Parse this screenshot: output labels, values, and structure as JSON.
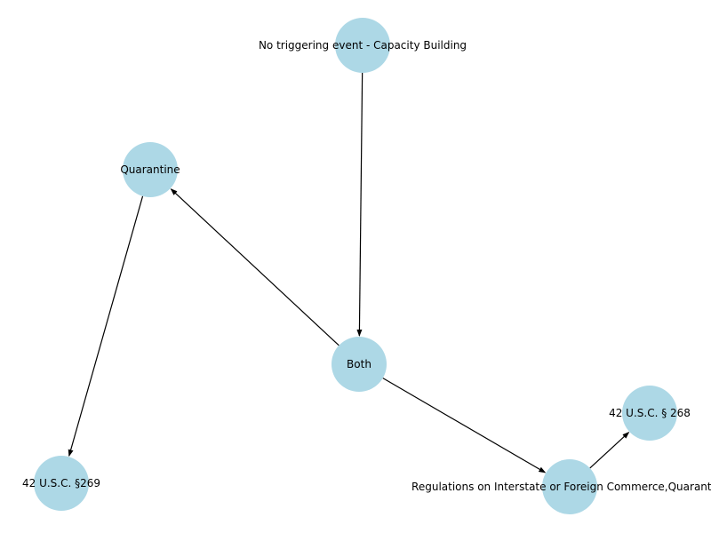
{
  "graph": {
    "nodes": [
      {
        "id": "n_capacity",
        "label": "No triggering event - Capacity Building"
      },
      {
        "id": "n_quarantine",
        "label": "Quarantine"
      },
      {
        "id": "n_both",
        "label": "Both"
      },
      {
        "id": "n_268",
        "label": "42 U.S.C. § 268"
      },
      {
        "id": "n_269",
        "label": "42 U.S.C. §269"
      },
      {
        "id": "n_regs",
        "label": "Regulations on Interstate or Foreign Commerce,Quarantine"
      }
    ],
    "edges": [
      {
        "from": "n_capacity",
        "to": "n_both"
      },
      {
        "from": "n_both",
        "to": "n_quarantine"
      },
      {
        "from": "n_quarantine",
        "to": "n_269"
      },
      {
        "from": "n_both",
        "to": "n_regs"
      },
      {
        "from": "n_regs",
        "to": "n_268"
      }
    ],
    "colors": {
      "node_fill": "#add8e6",
      "edge": "#000000",
      "label": "#000000"
    }
  }
}
